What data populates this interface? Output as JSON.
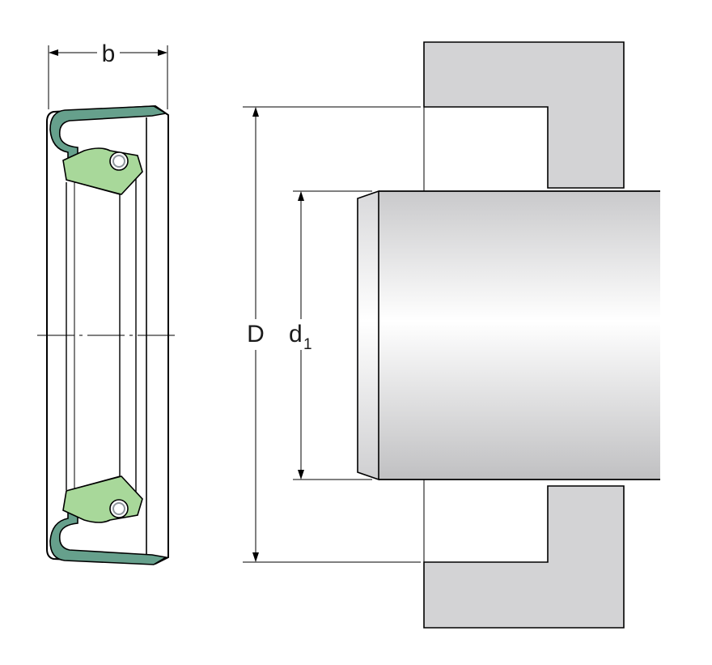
{
  "labels": {
    "width": "b",
    "outer_diameter": "D",
    "shaft_diameter_main": "d",
    "shaft_diameter_sub": "1"
  },
  "colors": {
    "seal_lip": "#a8d89a",
    "seal_case": "#66a08c",
    "housing": "#d3d3d5",
    "shaft_light": "#ffffff",
    "shaft_dark": "#c4c4c6",
    "spring": "#8e959c"
  }
}
